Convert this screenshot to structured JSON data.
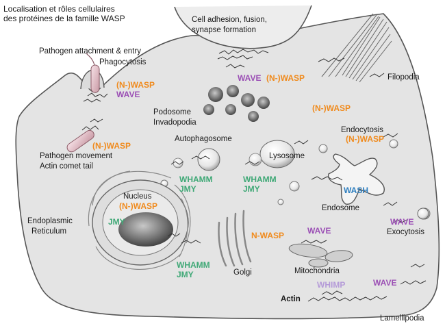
{
  "title": {
    "line1": "Localisation et rôles cellulaires",
    "line2": "des protéines de la famille WASP"
  },
  "labels": {
    "cell_adhesion_1": "Cell adhesion, fusion,",
    "cell_adhesion_2": "synapse formation",
    "pathogen_attach": "Pathogen attachment & entry",
    "phagocytosis": "Phagocytosis",
    "filopodia": "Filopodia",
    "podosome": "Podosome",
    "invadopodia": "Invadopodia",
    "autophagosome": "Autophagosome",
    "lysosome": "Lysosome",
    "endocytosis": "Endocytosis",
    "pathogen_movement": "Pathogen movement",
    "actin_comet": "Actin comet tail",
    "nucleus": "Nucleus",
    "er_1": "Endoplasmic",
    "er_2": "Reticulum",
    "endosome": "Endosome",
    "exocytosis": "Exocytosis",
    "golgi": "Golgi",
    "mitochondria": "Mitochondria",
    "actin": "Actin",
    "lamellipodia": "Lamellipodia"
  },
  "proteins": {
    "nwasp_phago": "(N-)WASP",
    "wave_phago": "WAVE",
    "wave_top": "WAVE",
    "nwasp_top": "(N-)WASP",
    "nwasp_filopodia": "(N-)WASP",
    "nwasp_endocytosis": "(N-)WASP",
    "nwasp_pathogen": "(N-)WASP",
    "whamm_auto": "WHAMM",
    "jmy_auto": "JMY",
    "whamm_lyso": "WHAMM",
    "jmy_lyso": "JMY",
    "nwasp_nucleus": "(N-)WASP",
    "jmy_nucleus": "JMY",
    "wash": "WASH",
    "wave_exo": "WAVE",
    "nwasp_golgi": "N-WASP",
    "wave_mito": "WAVE",
    "whamm_golgi": "WHAMM",
    "jmy_golgi": "JMY",
    "whimp": "WHIMP",
    "wave_lamelli": "WAVE"
  },
  "colors": {
    "wasp": "#f08a1c",
    "wave": "#9b4fb5",
    "whamm_jmy": "#3fa876",
    "wash": "#2f7fbf",
    "whimp": "#b49ad8",
    "cell_fill": "#e4e4e4",
    "outline": "#555555"
  }
}
